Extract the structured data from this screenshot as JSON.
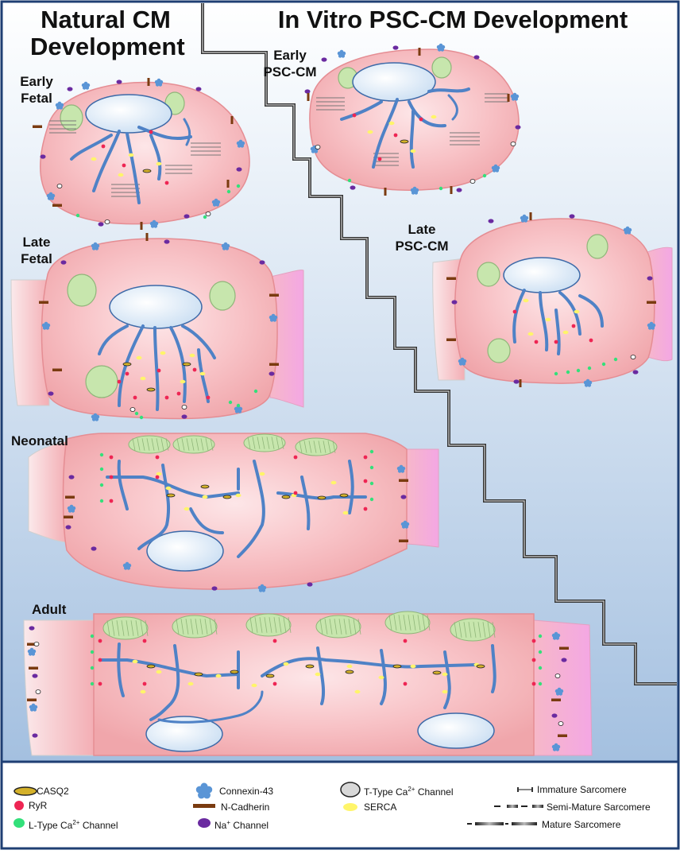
{
  "headers": {
    "natural_line1": "Natural CM",
    "natural_line2": "Development",
    "invitro": "In Vitro PSC-CM Development"
  },
  "stages": {
    "early_fetal": [
      "Early",
      "Fetal"
    ],
    "late_fetal": [
      "Late",
      "Fetal"
    ],
    "neonatal": "Neonatal",
    "adult": "Adult",
    "early_psc": [
      "Early",
      "PSC-CM"
    ],
    "late_psc": [
      "Late",
      "PSC-CM"
    ]
  },
  "legend": {
    "casq2": "CASQ2",
    "ryr": "RyR",
    "ltype": "L-Type Ca",
    "ltype_sup": "2+",
    "ltype_end": " Channel",
    "connexin": "Connexin-43",
    "ncadherin": "N-Cadherin",
    "na_pre": "Na",
    "na_sup": "+",
    "na_end": " Channel",
    "ttype": "T-Type Ca",
    "ttype_sup": "2+",
    "ttype_end": " Channel",
    "serca": "SERCA",
    "immature": "Immature Sarcomere",
    "semi": "Semi-Mature Sarcomere",
    "mature": "Mature Sarcomere"
  },
  "colors": {
    "cell_fill": "#f7b4b8",
    "cell_edge": "#e48a90",
    "bg_top": "#ffffff",
    "bg_bottom": "#a9c4e2",
    "ttubule": "#4f82c6",
    "ryr": "#ee2553",
    "ltype": "#33e07a",
    "casq2": "#d4b12a",
    "connexin": "#5a95d6",
    "ncadherin": "#7a3b10",
    "na_channel": "#6a2aa0",
    "ttype": "#d8d8d8",
    "serca": "#fff56a",
    "mitochondria": "#c7e6ad",
    "nucleus": "#dcecfa"
  },
  "icons": [
    "casq2-icon",
    "ryr-icon",
    "ltype-channel-icon",
    "connexin-icon",
    "ncadherin-icon",
    "na-channel-icon",
    "ttype-channel-icon",
    "serca-icon",
    "immature-sarcomere-icon",
    "semi-mature-sarcomere-icon",
    "mature-sarcomere-icon"
  ]
}
